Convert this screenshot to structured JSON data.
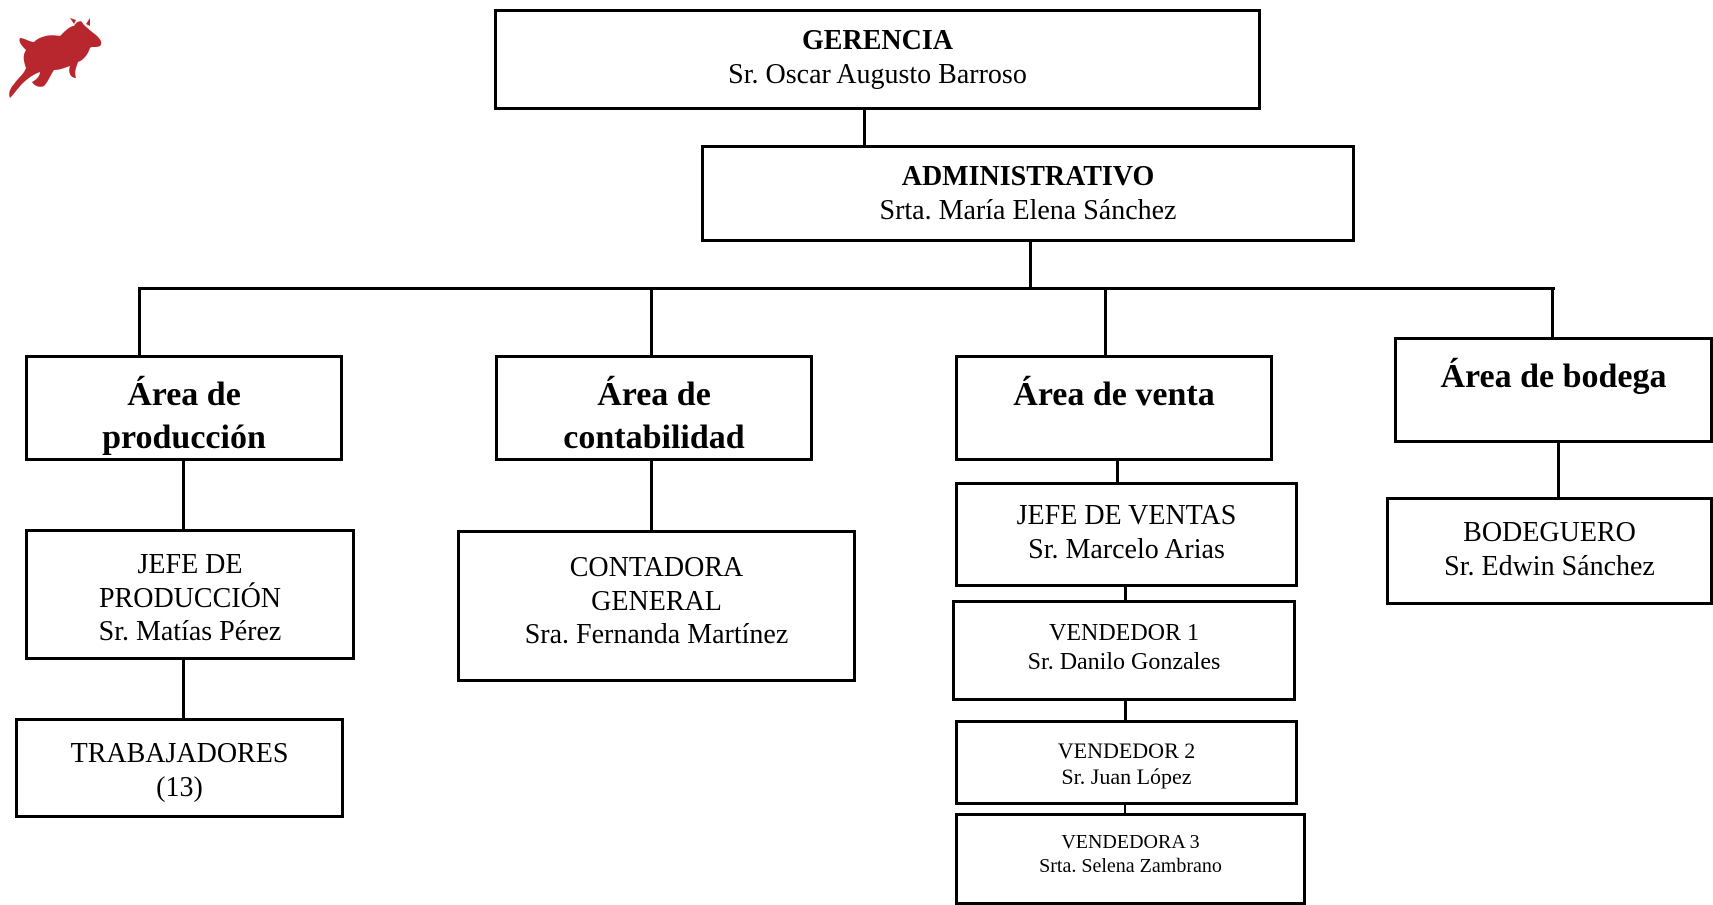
{
  "gerencia": {
    "title": "GERENCIA",
    "name": "Sr. Oscar Augusto Barroso"
  },
  "administrativo": {
    "title": "ADMINISTRATIVO",
    "name": "Srta. María Elena Sánchez"
  },
  "areas": {
    "produccion": {
      "line1": "Área de",
      "line2": "producción"
    },
    "contabilidad": {
      "line1": "Área de",
      "line2": "contabilidad"
    },
    "venta": {
      "title": "Área de venta"
    },
    "bodega": {
      "title": "Área de bodega"
    }
  },
  "produccion": {
    "jefe": {
      "line1": "JEFE DE",
      "line2": "PRODUCCIÓN",
      "name": "Sr. Matías Pérez"
    },
    "trabajadores": {
      "title": "TRABAJADORES",
      "count": "(13)"
    }
  },
  "contabilidad": {
    "contadora": {
      "line1": "CONTADORA",
      "line2": "GENERAL",
      "name": "Sra. Fernanda Martínez"
    }
  },
  "venta": {
    "jefe": {
      "title": "JEFE DE VENTAS",
      "name": "Sr. Marcelo Arias"
    },
    "vendedor1": {
      "title": "VENDEDOR 1",
      "name": "Sr. Danilo Gonzales"
    },
    "vendedor2": {
      "title": "VENDEDOR 2",
      "name": "Sr. Juan López"
    },
    "vendedora3": {
      "title": "VENDEDORA 3",
      "name": "Srta. Selena Zambrano"
    }
  },
  "bodega": {
    "bodeguero": {
      "title": "BODEGUERO",
      "name": "Sr. Edwin Sánchez"
    }
  },
  "colors": {
    "logo": "#b8262e",
    "line": "#000000"
  },
  "icons": {
    "logo": "bull-logo-icon"
  }
}
